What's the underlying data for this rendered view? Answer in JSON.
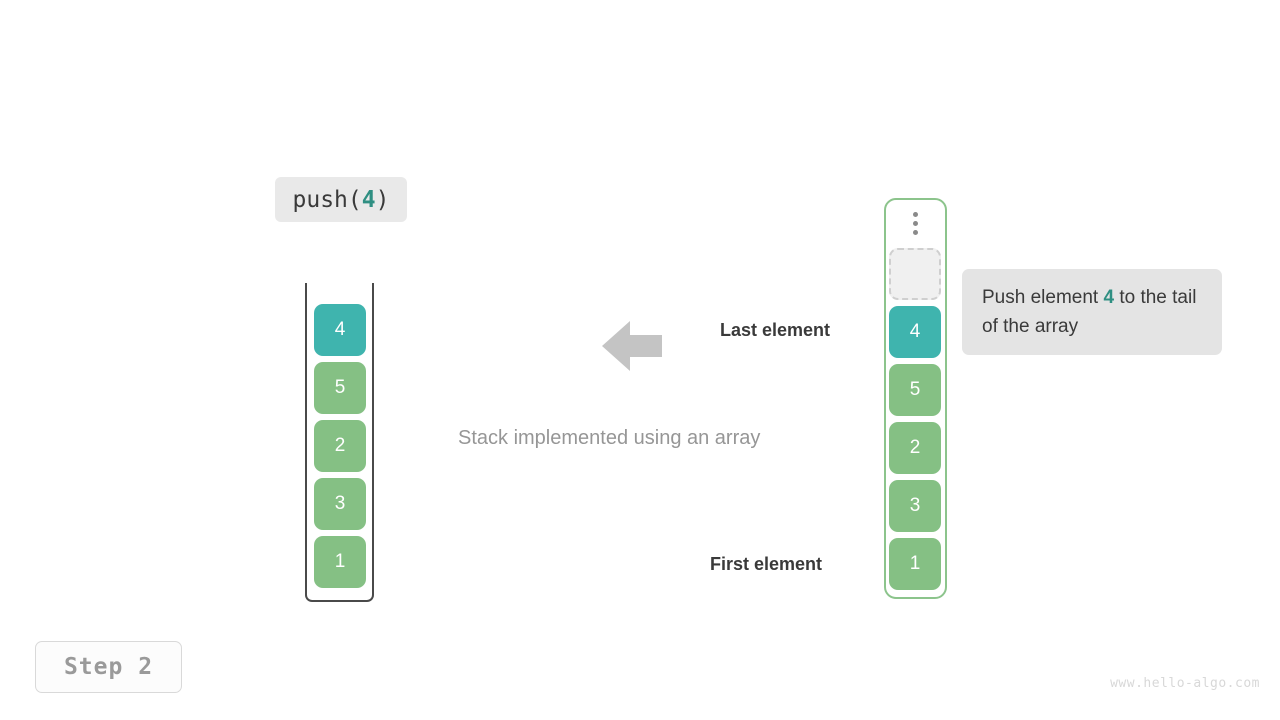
{
  "operation": {
    "prefix": "push(",
    "value": "4",
    "suffix": ")"
  },
  "stack": {
    "title": "stack-container",
    "cells": [
      {
        "value": "4",
        "style": "teal"
      },
      {
        "value": "5",
        "style": "green"
      },
      {
        "value": "2",
        "style": "green"
      },
      {
        "value": "3",
        "style": "green"
      },
      {
        "value": "1",
        "style": "green"
      }
    ]
  },
  "array": {
    "title": "array-container",
    "dots": "vertical-ellipsis",
    "cells": [
      {
        "value": "",
        "style": "empty"
      },
      {
        "value": "4",
        "style": "teal"
      },
      {
        "value": "5",
        "style": "green"
      },
      {
        "value": "2",
        "style": "green"
      },
      {
        "value": "3",
        "style": "green"
      },
      {
        "value": "1",
        "style": "green"
      }
    ]
  },
  "annotations": {
    "last_element": "Last element",
    "first_element": "First element",
    "caption": "Stack implemented using an array",
    "arrow": "left-arrow-icon"
  },
  "tooltip": {
    "text_before": "Push element ",
    "value": "4",
    "text_after": " to the tail of the array"
  },
  "step": {
    "label": "Step 2"
  },
  "watermark": {
    "text": "www.hello-algo.com"
  },
  "colors": {
    "teal": "#3fb4ae",
    "green": "#85c084",
    "teal_text": "#2f8f82",
    "array_border": "#8cc48c",
    "stack_border": "#4a4a4a",
    "arrow": "#c4c4c4",
    "label_bg": "#e9e9e9",
    "tooltip_bg": "#e4e4e4",
    "caption_text": "#969696"
  }
}
